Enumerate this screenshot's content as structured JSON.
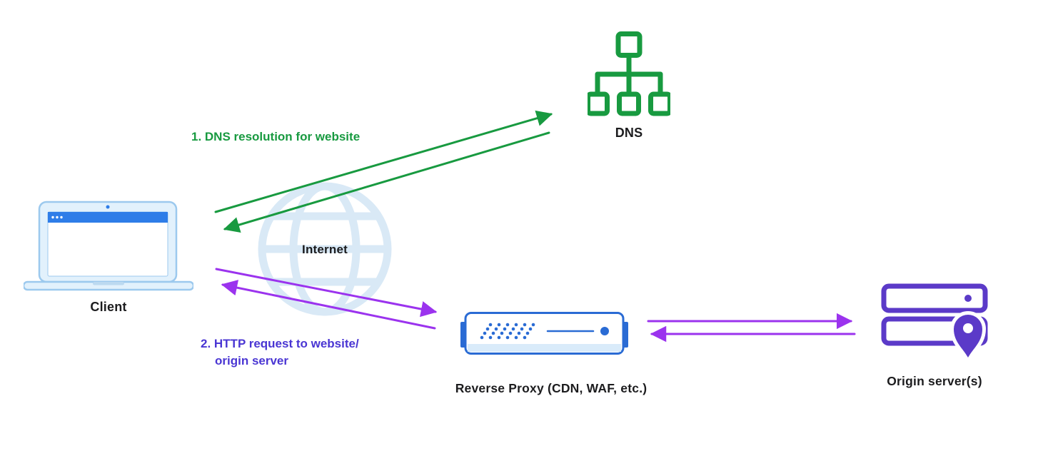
{
  "page": {
    "background": "#ffffff"
  },
  "diagram": {
    "nodes": {
      "client": {
        "label": "Client",
        "icon": "laptop-icon"
      },
      "internet": {
        "label": "Internet",
        "icon": "globe-icon"
      },
      "dns": {
        "label": "DNS",
        "icon": "dns-tree-icon"
      },
      "reverse_proxy": {
        "label": "Reverse Proxy (CDN, WAF, etc.)",
        "icon": "server-appliance-icon"
      },
      "origin": {
        "label": "Origin server(s)",
        "icon": "server-stack-location-pin-icon"
      }
    },
    "annotations": {
      "step1": {
        "label": "1. DNS resolution for website",
        "color": "green"
      },
      "step2": {
        "line1": "2. HTTP request to website/",
        "line2": "origin server",
        "color": "indigo"
      }
    },
    "connections": [
      {
        "from": "client",
        "to": "dns",
        "color": "green"
      },
      {
        "from": "dns",
        "to": "client",
        "color": "green"
      },
      {
        "from": "client",
        "to": "reverse_proxy",
        "color": "purple"
      },
      {
        "from": "reverse_proxy",
        "to": "client",
        "color": "purple"
      },
      {
        "from": "reverse_proxy",
        "to": "origin",
        "color": "purple"
      },
      {
        "from": "origin",
        "to": "reverse_proxy",
        "color": "purple"
      }
    ]
  },
  "colors": {
    "green": "#189a40",
    "purple": "#9b33ee",
    "indigo": "#4a36d3",
    "icon-purple": "#5b3ac8",
    "laptop-blue": "#2e7de8",
    "laptop-fill": "#e2f1fc",
    "laptop-stroke": "#9cc9ee",
    "proxy-blue": "#2a6bd4",
    "proxy-fill-light": "#d9ebfa",
    "globe-blue": "#d9e9f6",
    "text-dark": "#1c1c1e"
  }
}
